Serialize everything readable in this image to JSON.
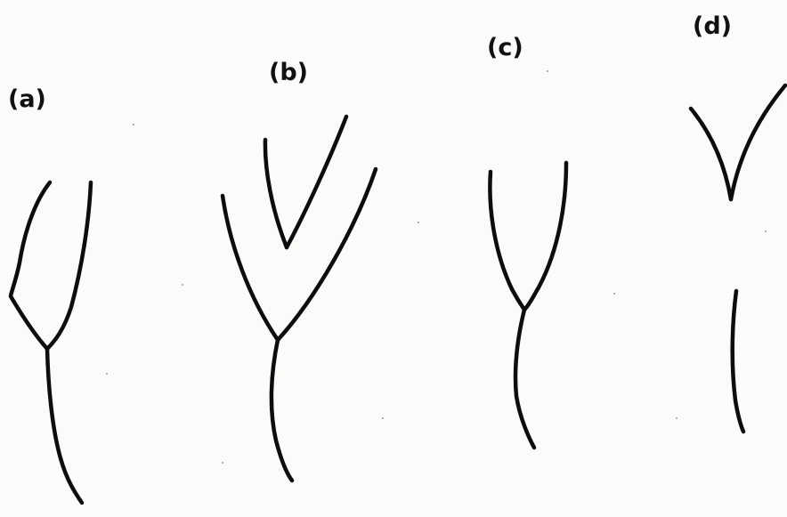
{
  "panels": [
    {
      "id": "a",
      "label": "(a)"
    },
    {
      "id": "b",
      "label": "(b)"
    },
    {
      "id": "c",
      "label": "(c)"
    },
    {
      "id": "d",
      "label": "(d)"
    }
  ],
  "colors": {
    "background": "#fbfbfa",
    "stroke": "#0d0d0d"
  }
}
